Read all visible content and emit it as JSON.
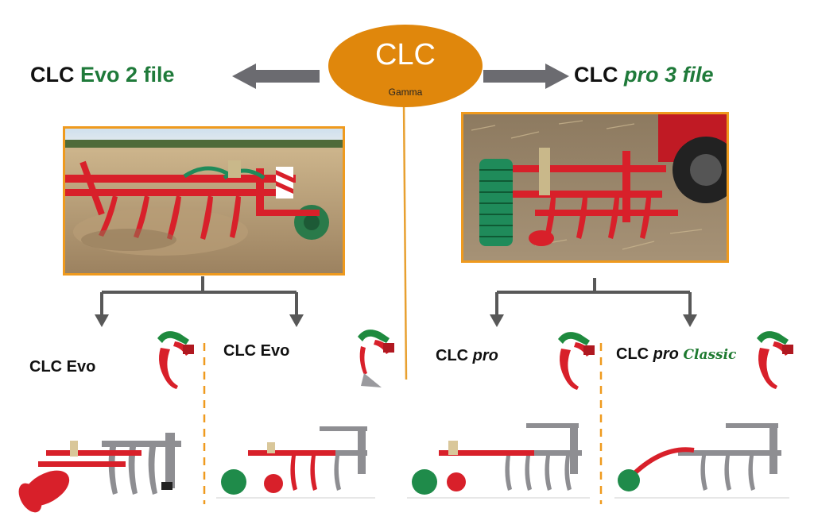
{
  "center": {
    "title": "CLC",
    "subtitle": "Gamma"
  },
  "left": {
    "heading_main": "CLC",
    "heading_accent": "Evo 2 file",
    "variants": [
      {
        "main": "CLC Evo"
      },
      {
        "main": "CLC Evo"
      }
    ]
  },
  "right": {
    "heading_main": "CLC",
    "heading_accent": "pro 3 file",
    "variants": [
      {
        "main": "CLC",
        "italic": "pro"
      },
      {
        "main": "CLC",
        "italic": "pro",
        "script": "Classic"
      }
    ]
  },
  "colors": {
    "orange": "#e0870c",
    "frame": "#ef9a1e",
    "green": "#1f7a3a",
    "arrow": "#6b6b70",
    "machine_red": "#d8202a"
  }
}
